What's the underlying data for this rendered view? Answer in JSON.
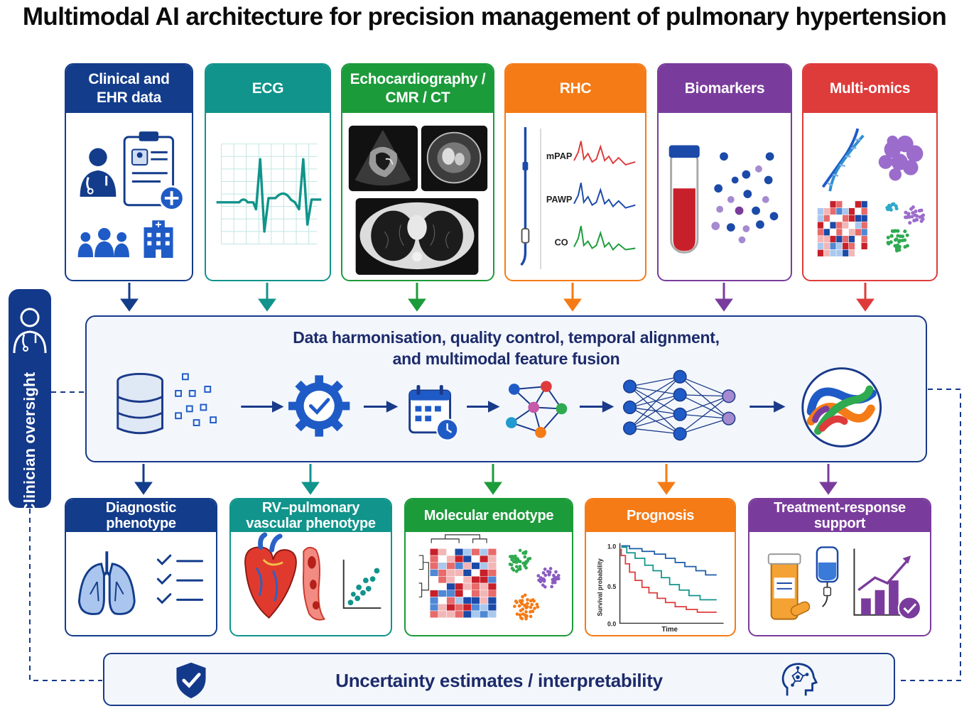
{
  "title": "Multimodal AI architecture for precision management of pulmonary hypertension",
  "inputs": [
    {
      "label": "Clinical and\nEHR data",
      "color": "#133c8b"
    },
    {
      "label": "ECG",
      "color": "#10948b"
    },
    {
      "label": "Echocardiography /\nCMR / CT",
      "color": "#1c9b3a"
    },
    {
      "label": "RHC",
      "color": "#f47b16"
    },
    {
      "label": "Biomarkers",
      "color": "#7a3c9c"
    },
    {
      "label": "Multi-omics",
      "color": "#de3b3b"
    }
  ],
  "rhc_traces": [
    "mPAP",
    "PAWP",
    "CO"
  ],
  "fusion": {
    "title_line1": "Data harmonisation, quality control, temporal alignment,",
    "title_line2": "and multimodal feature fusion"
  },
  "outputs": [
    {
      "label": "Diagnostic phenotype",
      "color": "#133c8b"
    },
    {
      "label": "RV–pulmonary\nvascular phenotype",
      "color": "#10948b"
    },
    {
      "label": "Molecular endotype",
      "color": "#1c9b3a"
    },
    {
      "label": "Prognosis",
      "color": "#f47b16"
    },
    {
      "label": "Treatment-response support",
      "color": "#7a3c9c"
    }
  ],
  "km_plot": {
    "ylabel": "Survival probability",
    "xlabel": "Time",
    "yticks": [
      "1.0",
      "0.5",
      "0.0"
    ]
  },
  "bottom_bar": "Uncertainty estimates / interpretability",
  "oversight": "Clinician oversight",
  "colors": {
    "navy": "#1a3a8a",
    "teal": "#10948b",
    "green": "#1c9b3a",
    "orange": "#f47b16",
    "purple": "#7a3c9c",
    "red": "#de3b3b"
  }
}
